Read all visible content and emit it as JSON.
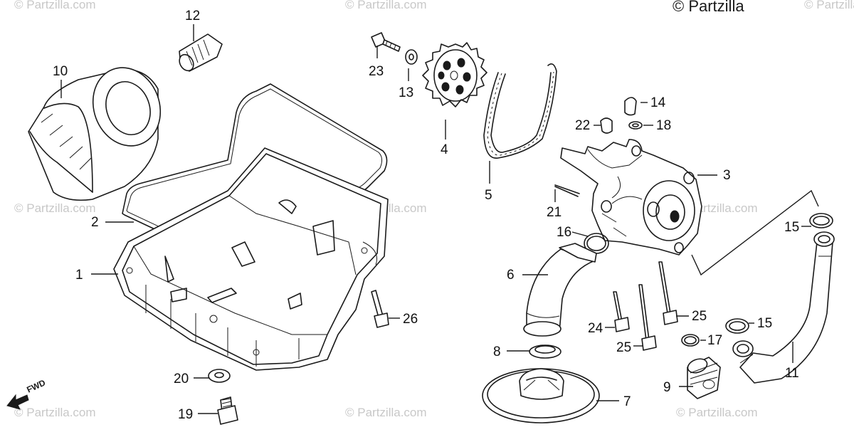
{
  "copyright": "© Partzilla",
  "watermarks": [
    "© Partzilla.com",
    "© Partzilla.com",
    "© Partzilla.com",
    "© Partzilla.com",
    "© Partzilla.com",
    "© Partzilla.com",
    "© Partzilla.com",
    "© Partzilla.com",
    "© Partzilla.com"
  ],
  "direction_marker": {
    "label": "FWD"
  },
  "callouts": [
    "1",
    "2",
    "3",
    "4",
    "5",
    "6",
    "7",
    "8",
    "9",
    "10",
    "11",
    "12",
    "13",
    "14",
    "15",
    "15",
    "16",
    "17",
    "18",
    "19",
    "20",
    "21",
    "22",
    "23",
    "24",
    "25",
    "25",
    "26"
  ]
}
